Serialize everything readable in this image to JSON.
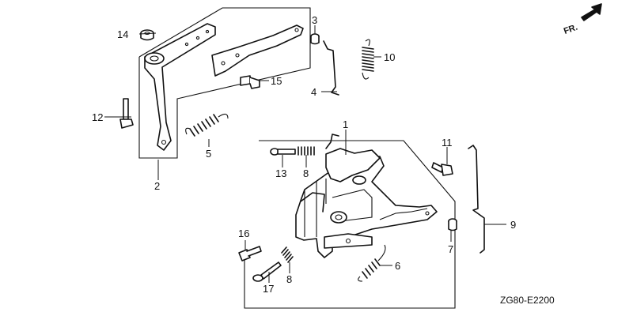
{
  "direction_label": "FR.",
  "diagram_code": "ZG80-E2200",
  "callouts": {
    "p1": "1",
    "p2": "2",
    "p3": "3",
    "p4": "4",
    "p5": "5",
    "p6": "6",
    "p7": "7",
    "p8a": "8",
    "p8b": "8",
    "p9": "9",
    "p10": "10",
    "p11": "11",
    "p12": "12",
    "p13": "13",
    "p14": "14",
    "p15": "15",
    "p16": "16",
    "p17": "17"
  }
}
